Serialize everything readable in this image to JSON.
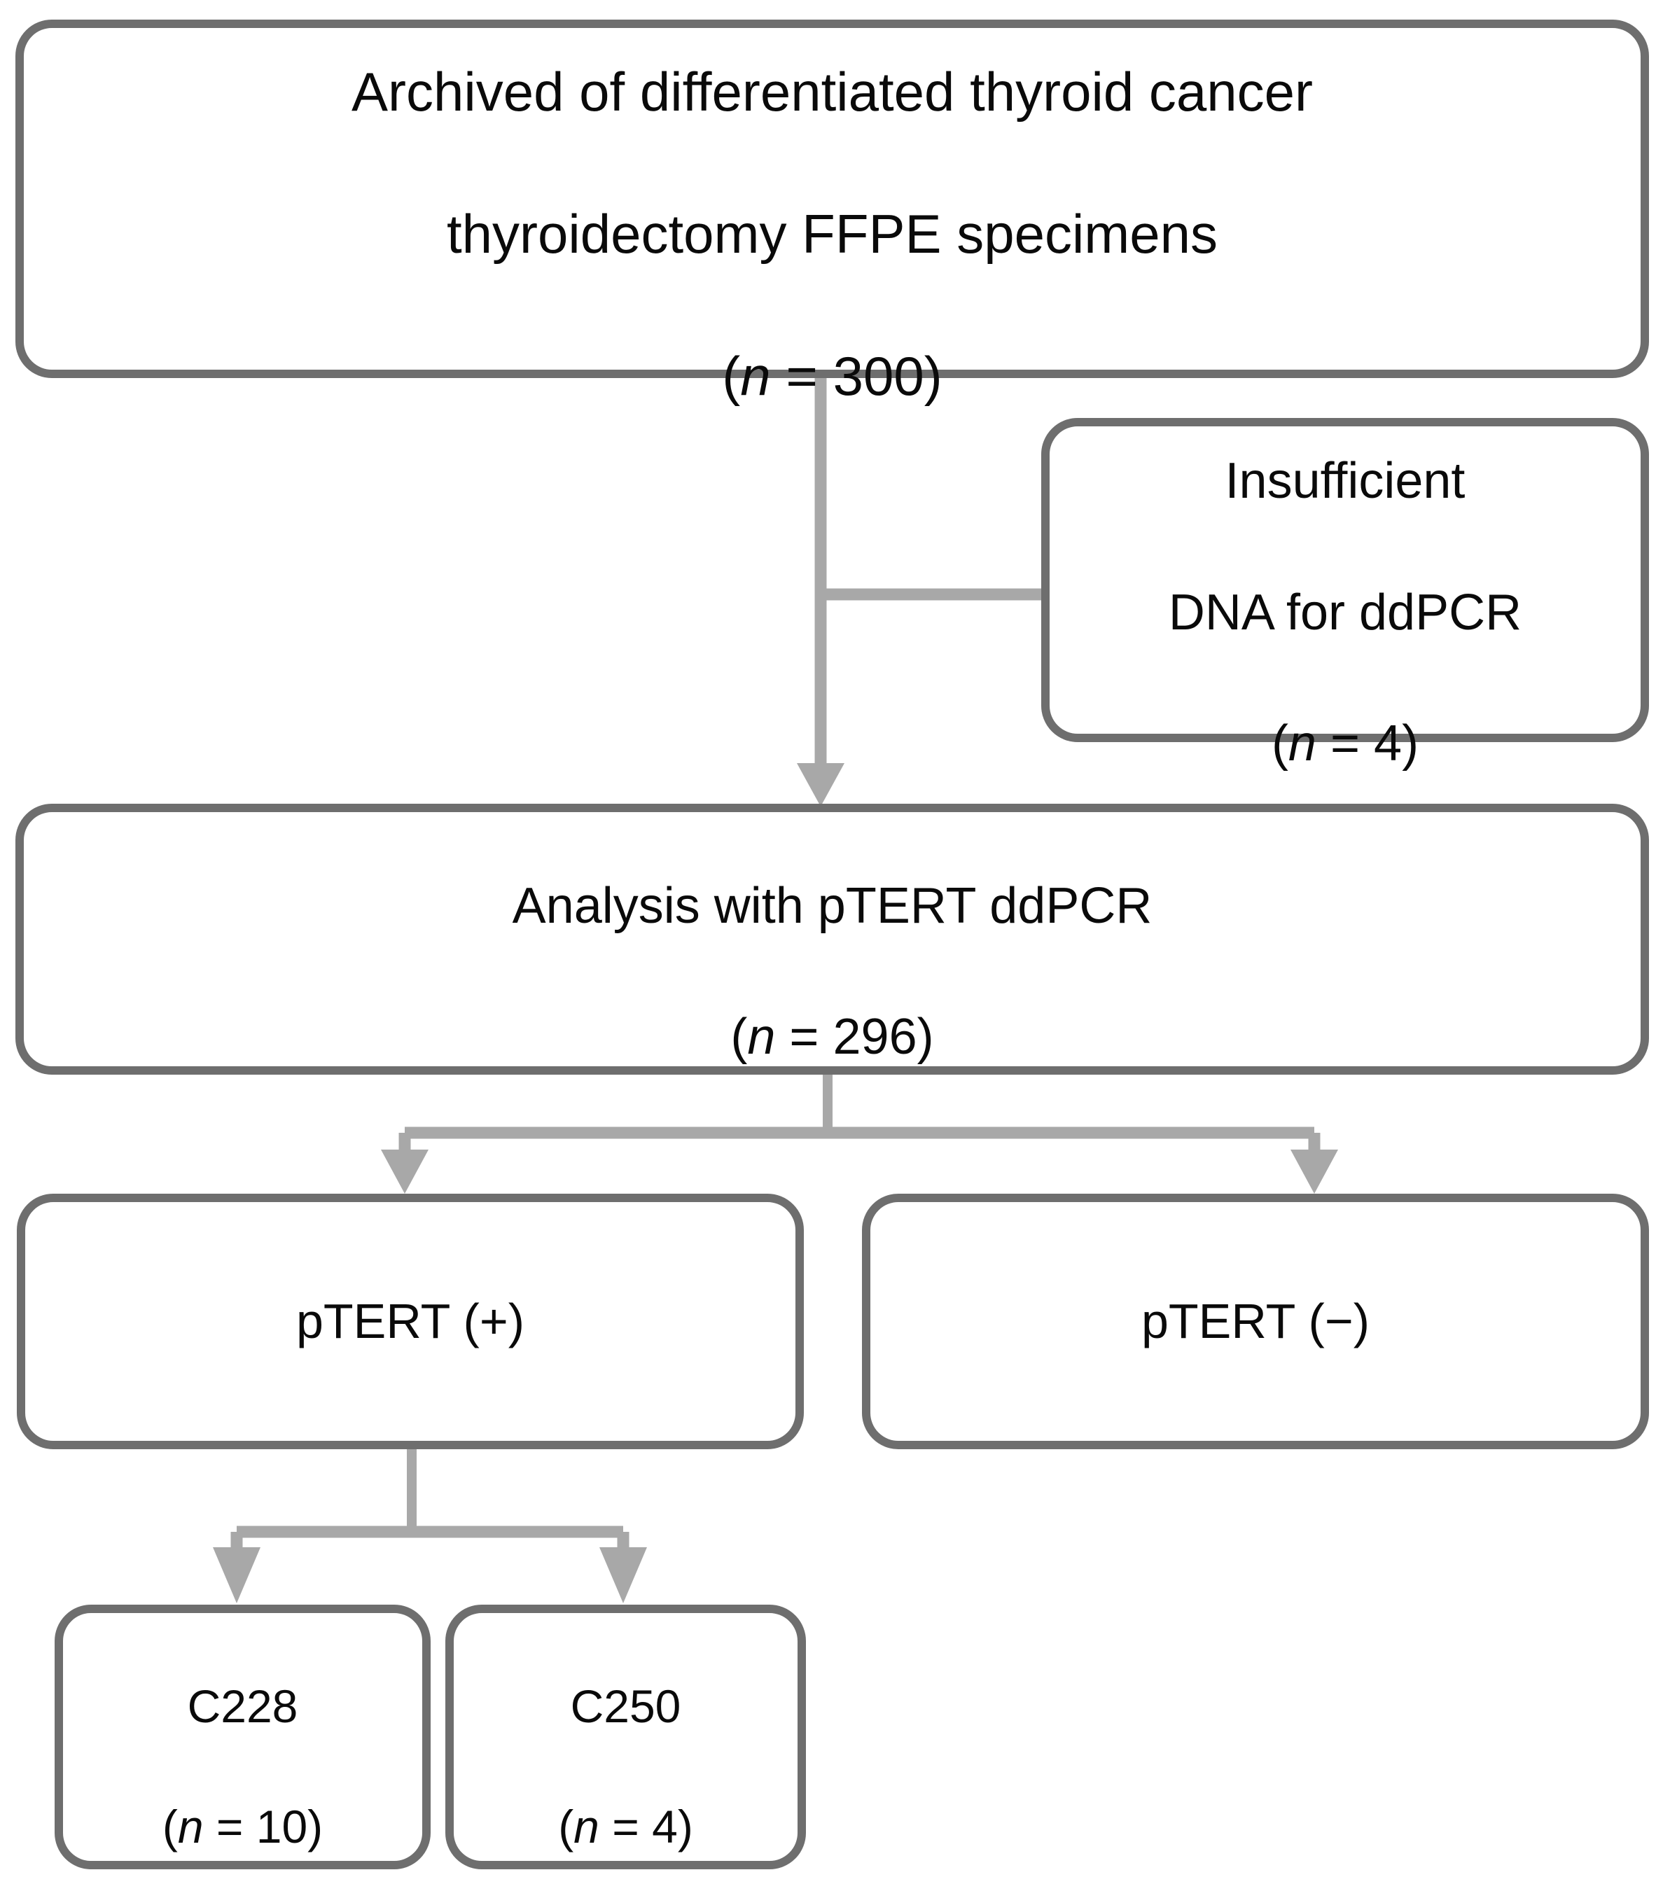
{
  "figure": {
    "kind": "study-flow-diagram",
    "title_present": false,
    "palette": {
      "box_border": "#6e6e6e",
      "box_fill": "#ffffff",
      "connector": "#a8a8a8",
      "text": "#0a0a0a",
      "background": "#ffffff"
    }
  },
  "nodes": {
    "source": {
      "id": "archived-specimens",
      "line1": "Archived of differentiated thyroid cancer",
      "line2": "thyroidectomy FFPE specimens",
      "count_prefix": "(",
      "count_var": "n",
      "count_eq": " = ",
      "count_value": "300",
      "count_suffix": ")",
      "n_label": "(n = 300)"
    },
    "excluded": {
      "id": "insufficient-dna",
      "line1": "Insufficient",
      "line2": "DNA for ddPCR",
      "count_var": "n",
      "count_value": "4",
      "n_label": "(n = 4)"
    },
    "analysis": {
      "id": "analysis-ptert-ddpcr",
      "line1": "Analysis with pTERT ddPCR",
      "count_var": "n",
      "count_value": "296",
      "n_label": "(n = 296)"
    },
    "ptert_positive": {
      "id": "ptert-positive",
      "line1": "pTERT (+)"
    },
    "ptert_negative": {
      "id": "ptert-negative",
      "line1": "pTERT (−)"
    },
    "c228": {
      "id": "c228-mutation",
      "line1": "C228",
      "count_var": "n",
      "count_value": "10",
      "n_label": "(n = 10)"
    },
    "c250": {
      "id": "c250-mutation",
      "line1": "C250",
      "count_var": "n",
      "count_value": "4",
      "n_label": "(n = 4)"
    }
  },
  "edges": [
    {
      "id": "source-to-analysis",
      "from": "archived-specimens",
      "to": "analysis-ptert-ddpcr",
      "style": "straight-arrow-down"
    },
    {
      "id": "source-to-excluded",
      "from": "archived-specimens",
      "to": "insufficient-dna",
      "style": "side-branch-right"
    },
    {
      "id": "analysis-to-positive",
      "from": "analysis-ptert-ddpcr",
      "to": "ptert-positive",
      "style": "split-arrow-down"
    },
    {
      "id": "analysis-to-negative",
      "from": "analysis-ptert-ddpcr",
      "to": "ptert-negative",
      "style": "split-arrow-down"
    },
    {
      "id": "positive-to-c228",
      "from": "ptert-positive",
      "to": "c228-mutation",
      "style": "split-arrow-down"
    },
    {
      "id": "positive-to-c250",
      "from": "ptert-positive",
      "to": "c250-mutation",
      "style": "split-arrow-down"
    }
  ]
}
